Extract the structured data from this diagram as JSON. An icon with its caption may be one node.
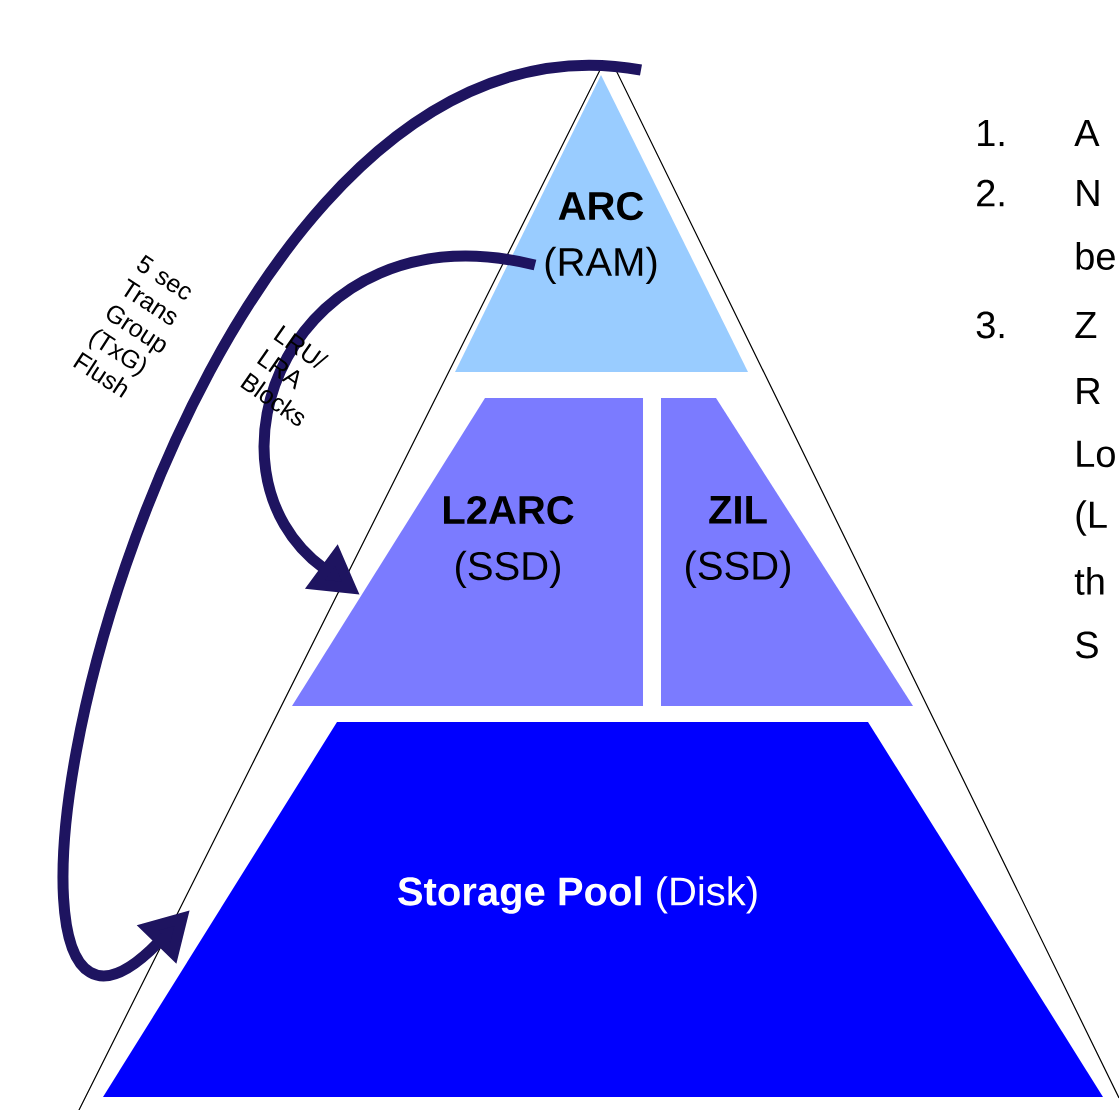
{
  "diagram": {
    "nodes": [
      {
        "text": [
          "ARC",
          "(RAM)"
        ]
      },
      {
        "text": [
          "L2ARC",
          "(SSD)"
        ]
      },
      {
        "text": [
          "ZIL",
          "(SSD)"
        ]
      },
      {
        "text": [
          "**Storage Pool** (Disk)"
        ]
      }
    ],
    "edges": [
      {
        "from": 0,
        "to": 3,
        "arrow": "to",
        "label": "5 sec Trans Group (TxG) Flush"
      },
      {
        "from": 0,
        "to": 1,
        "arrow": "to",
        "label": "LRU/ LRA Blocks"
      }
    ],
    "labels": [
      "1.",
      "A",
      "2.",
      "N",
      "be",
      "3.",
      "Z",
      "R",
      "Lo",
      "(L",
      "th",
      "S"
    ]
  }
}
